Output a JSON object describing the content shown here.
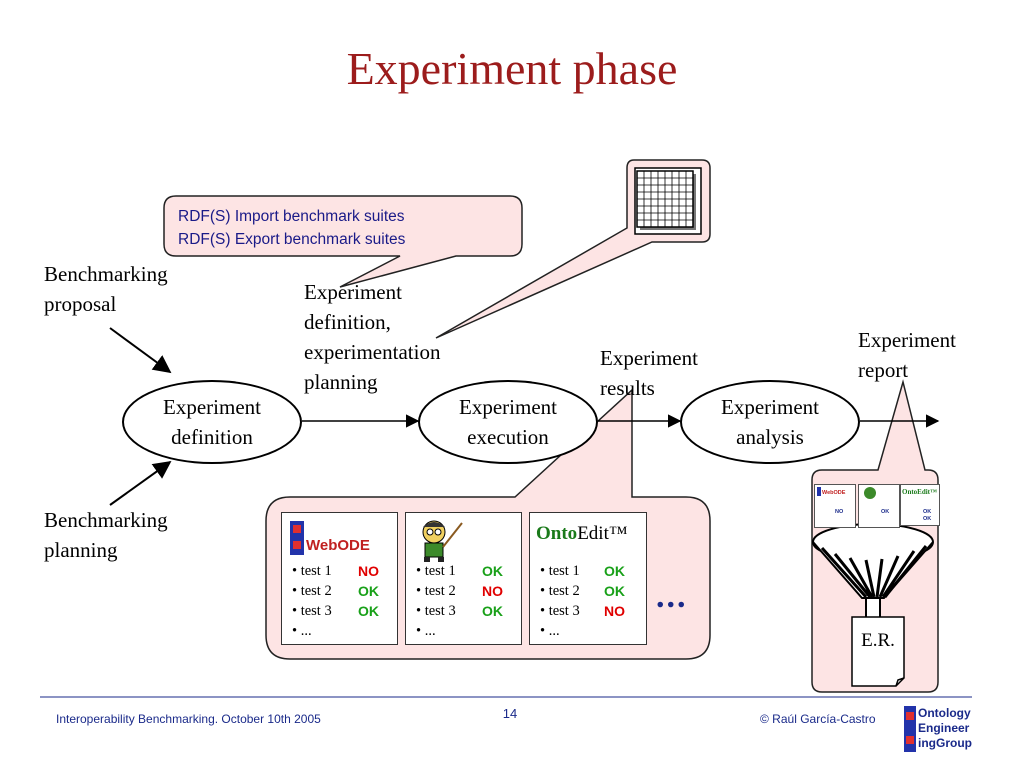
{
  "title": "Experiment phase",
  "callout": {
    "line1": "RDF(S) Import benchmark suites",
    "line2": "RDF(S) Export benchmark suites"
  },
  "labels": {
    "proposal": [
      "Benchmarking",
      "proposal"
    ],
    "planning": [
      "Benchmarking",
      "planning"
    ],
    "definition_planning": [
      "Experiment",
      "definition,",
      "experimentation",
      "planning"
    ],
    "results": [
      "Experiment",
      "results"
    ],
    "report": [
      "Experiment",
      "report"
    ]
  },
  "stages": [
    {
      "line1": "Experiment",
      "line2": "definition"
    },
    {
      "line1": "Experiment",
      "line2": "execution"
    },
    {
      "line1": "Experiment",
      "line2": "analysis"
    }
  ],
  "tools": [
    {
      "name": "WebODE",
      "tests": [
        "• test 1",
        "• test 2",
        "• test 3",
        "• ..."
      ],
      "results": [
        "NO",
        "OK",
        "OK"
      ]
    },
    {
      "name": "",
      "tests": [
        "• test 1",
        "• test 2",
        "• test 3",
        "• ..."
      ],
      "results": [
        "OK",
        "NO",
        "OK"
      ]
    },
    {
      "name_a": "Onto",
      "name_b": "Edit™",
      "tests": [
        "• test 1",
        "• test 2",
        "• test 3",
        "• ..."
      ],
      "results": [
        "OK",
        "OK",
        "NO"
      ]
    }
  ],
  "more": "...",
  "report_doc": "E.R.",
  "footer": {
    "left": "Interoperability Benchmarking. October 10th 2005",
    "page": "14",
    "right": "© Raúl García-Castro",
    "logo": [
      "Ontology",
      "Engineer",
      "ingGroup"
    ]
  },
  "colors": {
    "title": "#9c1c1c",
    "callout_fill": "#fde4e4",
    "callout_text": "#1a1a88",
    "ok": "#18a018",
    "no": "#e00000"
  }
}
